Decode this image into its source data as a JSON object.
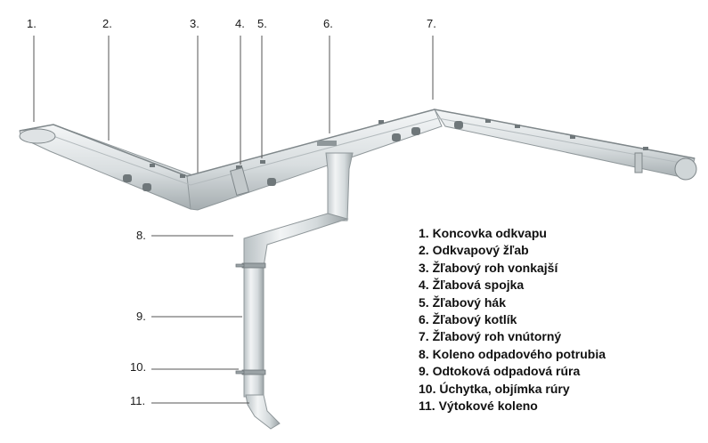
{
  "diagram": {
    "colors": {
      "gutter_light": "#eef1f2",
      "gutter_mid": "#cfd5d7",
      "gutter_dark": "#8f979a",
      "leader": "#555555",
      "text": "#111111"
    },
    "callouts": [
      {
        "num": "1."
      },
      {
        "num": "2."
      },
      {
        "num": "3."
      },
      {
        "num": "4."
      },
      {
        "num": "5."
      },
      {
        "num": "6."
      },
      {
        "num": "7."
      },
      {
        "num": "8."
      },
      {
        "num": "9."
      },
      {
        "num": "10."
      },
      {
        "num": "11."
      }
    ],
    "legend": [
      "1. Koncovka odkvapu",
      "2. Odkvapový žľab",
      "3. Žľabový roh vonkajší",
      "4. Žľabová spojka",
      "5. Žľabový hák",
      "6. Žľabový kotlík",
      "7. Žľabový roh vnútorný",
      "8. Koleno odpadového potrubia",
      "9. Odtoková odpadová rúra",
      "10. Úchytka, objímka rúry",
      "11. Výtokové koleno"
    ]
  }
}
